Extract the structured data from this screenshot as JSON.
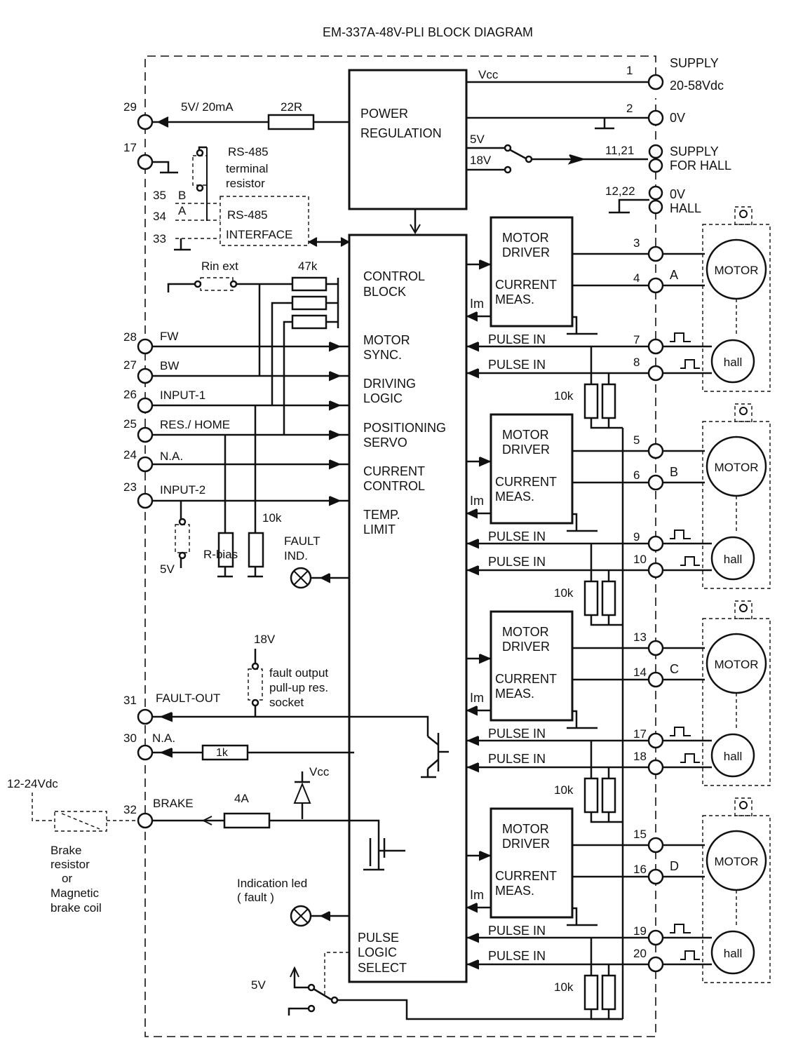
{
  "title": "EM-337A-48V-PLI  BLOCK DIAGRAM",
  "blocks": {
    "power_line1": "POWER",
    "power_line2": "REGULATION",
    "control_block": [
      "CONTROL",
      "BLOCK"
    ],
    "motor_sync": [
      "MOTOR",
      "SYNC."
    ],
    "driving_logic": [
      "DRIVING",
      "LOGIC"
    ],
    "positioning_servo": [
      "POSITIONING",
      "SERVO"
    ],
    "current_control": [
      "CURRENT",
      "CONTROL"
    ],
    "temp_limit": [
      "TEMP.",
      "LIMIT"
    ],
    "pulse_logic": [
      "PULSE",
      "LOGIC",
      "SELECT"
    ]
  },
  "supply": {
    "supply_label": "SUPPLY",
    "supply_value": "20-58Vdc",
    "vcc": "Vcc",
    "zero_v": "0V",
    "supply_hall": [
      "SUPPLY",
      "FOR HALL"
    ],
    "zero_v_hall": [
      "0V",
      "HALL"
    ],
    "v5": "5V",
    "v18": "18V"
  },
  "pins": {
    "p1": "1",
    "p2": "2",
    "p11_21": "11,21",
    "p12_22": "12,22",
    "p29": "29",
    "p17l": "17",
    "p35": "35",
    "p34": "34",
    "p33": "33",
    "p28": "28",
    "p27": "27",
    "p26": "26",
    "p25": "25",
    "p24": "24",
    "p23": "23",
    "p31": "31",
    "p30": "30",
    "p32": "32"
  },
  "left": {
    "out_5v": "5V/ 20mA",
    "r22": "22R",
    "rs485": "RS-485",
    "terminal_resistor": [
      "terminal",
      "resistor"
    ],
    "b": "B",
    "a": "A",
    "rs485_interface": [
      "RS-485",
      "INTERFACE"
    ],
    "rin_ext": "Rin ext",
    "r47k": "47k",
    "fw": "FW",
    "bw": "BW",
    "input1": "INPUT-1",
    "res_home": "RES./ HOME",
    "na": "N.A.",
    "input2": "INPUT-2",
    "r10k": "10k",
    "v5": "5V",
    "rbias": "R-bias",
    "fault_ind": [
      "FAULT",
      "IND."
    ],
    "v18": "18V",
    "fault_pullup": [
      "fault output",
      "pull-up res.",
      "socket"
    ],
    "fault_out": "FAULT-OUT",
    "na2": "N.A.",
    "r1k": "1k",
    "vcc": "Vcc",
    "brake": "BRAKE",
    "fuse4a": "4A",
    "v12_24": "12-24Vdc",
    "brake_desc": [
      "Brake",
      "resistor",
      "or",
      "Magnetic",
      "brake coil"
    ],
    "indication_led": [
      "Indication led",
      "( fault )"
    ],
    "v5b": "5V"
  },
  "channels": [
    {
      "letter": "A",
      "pin_a": "3",
      "pin_b": "4",
      "hall_a": "7",
      "hall_b": "8"
    },
    {
      "letter": "B",
      "pin_a": "5",
      "pin_b": "6",
      "hall_a": "9",
      "hall_b": "10"
    },
    {
      "letter": "C",
      "pin_a": "13",
      "pin_b": "14",
      "hall_a": "17",
      "hall_b": "18"
    },
    {
      "letter": "D",
      "pin_a": "15",
      "pin_b": "16",
      "hall_a": "19",
      "hall_b": "20"
    }
  ],
  "channel_text": {
    "motor_driver": [
      "MOTOR",
      "DRIVER"
    ],
    "current_meas": [
      "CURRENT",
      "MEAS."
    ],
    "im": "Im",
    "pulse_in": "PULSE IN",
    "r10k": "10k",
    "motor": "MOTOR",
    "hall": "hall"
  }
}
